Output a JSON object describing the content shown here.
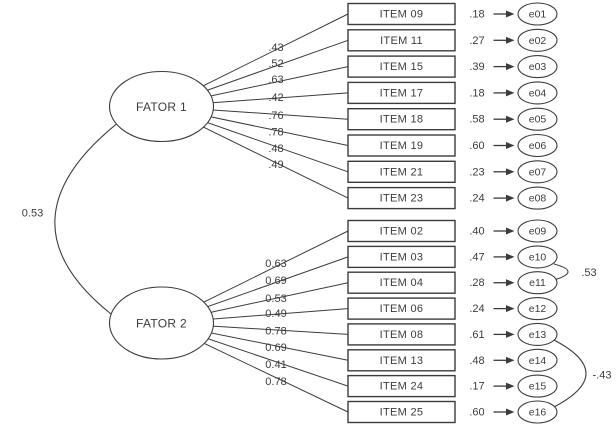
{
  "diagram": {
    "type": "sem-path-diagram",
    "colors": {
      "ink": "#3c3c3c",
      "background": "#ffffff"
    },
    "factor_covariance": {
      "between": [
        "FATOR 1",
        "FATOR 2"
      ],
      "label": "0.53"
    },
    "factors": [
      {
        "name": "FATOR 1",
        "items": [
          {
            "label": "ITEM 09",
            "loading": ".43",
            "error_variance": ".18",
            "error": "e01"
          },
          {
            "label": "ITEM 11",
            "loading": ".52",
            "error_variance": ".27",
            "error": "e02"
          },
          {
            "label": "ITEM 15",
            "loading": ".63",
            "error_variance": ".39",
            "error": "e03"
          },
          {
            "label": "ITEM 17",
            "loading": ".42",
            "error_variance": ".18",
            "error": "e04"
          },
          {
            "label": "ITEM 18",
            "loading": ".76",
            "error_variance": ".58",
            "error": "e05"
          },
          {
            "label": "ITEM 19",
            "loading": ".78",
            "error_variance": ".60",
            "error": "e06"
          },
          {
            "label": "ITEM 21",
            "loading": ".48",
            "error_variance": ".23",
            "error": "e07"
          },
          {
            "label": "ITEM 23",
            "loading": ".49",
            "error_variance": ".24",
            "error": "e08"
          }
        ]
      },
      {
        "name": "FATOR 2",
        "items": [
          {
            "label": "ITEM 02",
            "loading": "0.63",
            "error_variance": ".40",
            "error": "e09"
          },
          {
            "label": "ITEM 03",
            "loading": "0.69",
            "error_variance": ".47",
            "error": "e10"
          },
          {
            "label": "ITEM 04",
            "loading": "0.53",
            "error_variance": ".28",
            "error": "e11"
          },
          {
            "label": "ITEM 06",
            "loading": "0.49",
            "error_variance": ".24",
            "error": "e12"
          },
          {
            "label": "ITEM 08",
            "loading": "0.78",
            "error_variance": ".61",
            "error": "e13"
          },
          {
            "label": "ITEM 13",
            "loading": "0.69",
            "error_variance": ".48",
            "error": "e14"
          },
          {
            "label": "ITEM 24",
            "loading": "0.41",
            "error_variance": ".17",
            "error": "e15"
          },
          {
            "label": "ITEM 25",
            "loading": "0.78",
            "error_variance": ".60",
            "error": "e16"
          }
        ]
      }
    ],
    "error_covariances": [
      {
        "between": [
          "e10",
          "e11"
        ],
        "label": ".53"
      },
      {
        "between": [
          "e13",
          "e16"
        ],
        "label": "-.43"
      }
    ]
  }
}
